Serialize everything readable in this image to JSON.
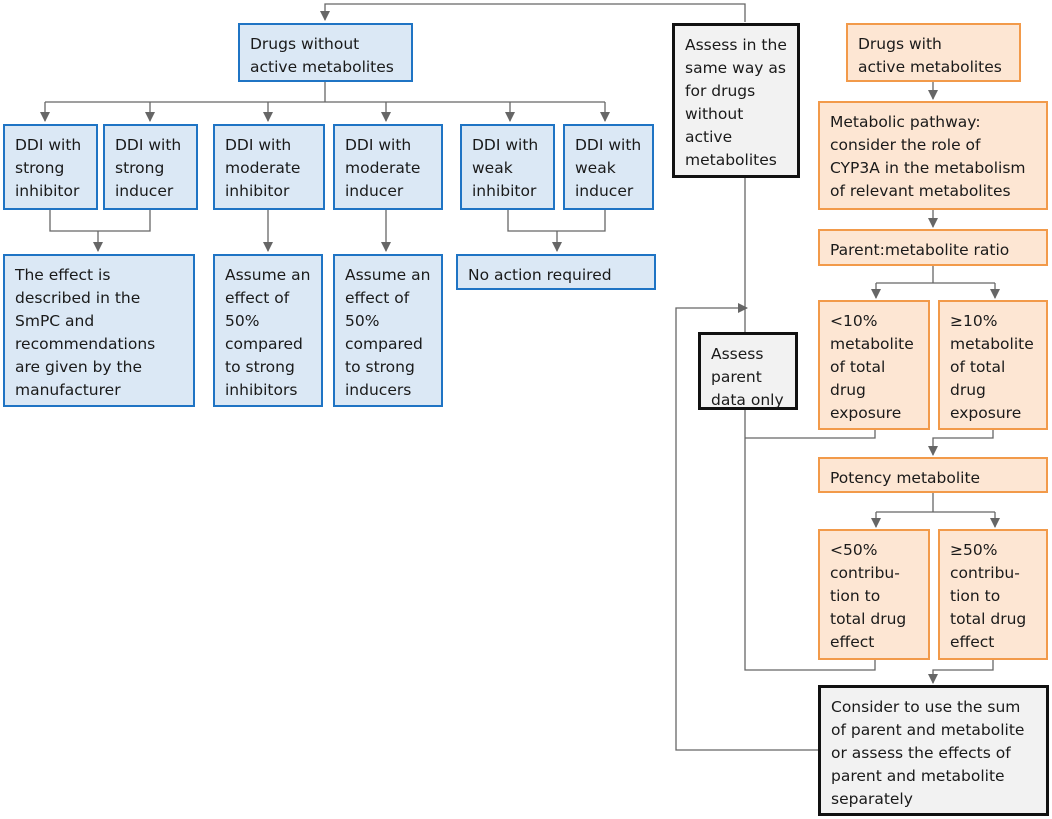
{
  "colors": {
    "blue_fill": "#dbe8f5",
    "blue_border": "#1f74c4",
    "orange_fill": "#fde6d3",
    "orange_border": "#f29a4a",
    "gray_fill": "#f2f2f2",
    "gray_border": "#111111",
    "connector": "#666666"
  },
  "nodes": {
    "no_metabolites": "Drugs without\nactive metabolites",
    "strong_inhibitor": "DDI with\nstrong\ninhibitor",
    "strong_inducer": "DDI with\nstrong\ninducer",
    "moderate_inhibitor": "DDI with\nmoderate\ninhibitor",
    "moderate_inducer": "DDI with\nmoderate\ninducer",
    "weak_inhibitor": "DDI with\nweak\ninhibitor",
    "weak_inducer": "DDI with\nweak\ninducer",
    "strong_effect": "The effect is\ndescribed in the\nSmPC and\nrecommendations\nare given by the\nmanufacturer",
    "moderate_inhibitor_effect": "Assume an\neffect of\n50%\ncompared\nto strong\ninhibitors",
    "moderate_inducer_effect": "Assume an\neffect of\n50%\ncompared\nto strong\ninducers",
    "no_action": "No action required",
    "assess_same_way": "Assess in the\nsame way as\nfor drugs\nwithout\nactive\nmetabolites",
    "assess_parent": "Assess\nparent\ndata only",
    "with_metabolites": "Drugs with\nactive metabolites",
    "metabolic_pathway": "Metabolic pathway:\nconsider the role of\nCYP3A in the metabolism\nof relevant metabolites",
    "ratio": "Parent:metabolite ratio",
    "lt10": "<10%\nmetabolite\nof total\ndrug\nexposure",
    "ge10": "≥10%\nmetabolite\nof total\ndrug\nexposure",
    "potency": "Potency metabolite",
    "lt50": "<50%\ncontribu-\ntion to\ntotal drug\neffect",
    "ge50": "≥50%\ncontribu-\ntion to\ntotal drug\neffect",
    "consider_sum": "Consider to use the sum\nof parent and metabolite\nor assess the effects of\nparent and metabolite\nseparately"
  }
}
